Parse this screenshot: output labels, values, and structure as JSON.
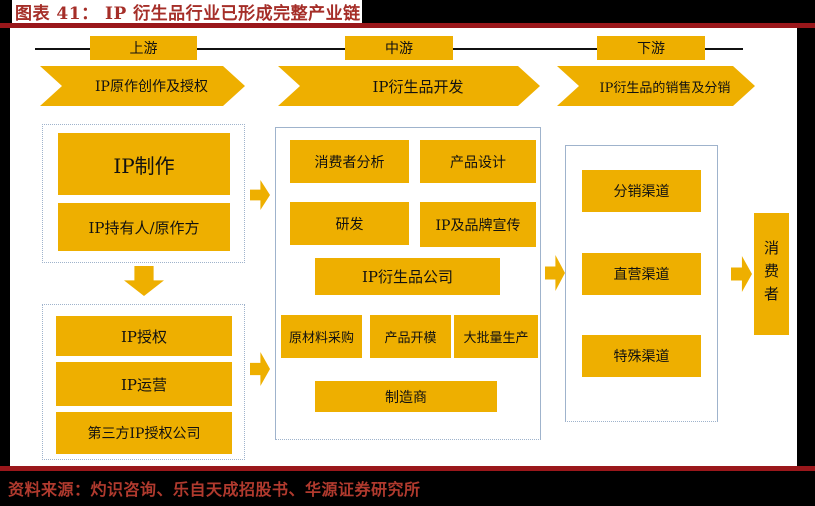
{
  "colors": {
    "gold": "#EEAF00",
    "red-line": "#9A171B",
    "title-red": "#A52E28",
    "source-red": "#B03A2E",
    "border-blue": "#9FB3CC"
  },
  "header": {
    "title": "图表 41： IP 衍生品行业已形成完整产业链"
  },
  "stage_labels": {
    "upstream": "上游",
    "midstream": "中游",
    "downstream": "下游"
  },
  "banners": {
    "upstream": "IP原作创作及授权",
    "midstream": "IP衍生品开发",
    "downstream": "IP衍生品的销售及分销"
  },
  "upstream": {
    "production_group": [
      "IP制作",
      "IP持有人/原作方"
    ],
    "licensing_group": [
      "IP授权",
      "IP运营",
      "第三方IP授权公司"
    ]
  },
  "midstream": {
    "row1": [
      "消费者分析",
      "产品设计"
    ],
    "row2": [
      "研发",
      "IP及品牌宣传"
    ],
    "company": "IP衍生品公司",
    "row3": [
      "原材料采购",
      "产品开模",
      "大批量生产"
    ],
    "manufacturer": "制造商"
  },
  "downstream": {
    "channels": [
      "分销渠道",
      "直营渠道",
      "特殊渠道"
    ],
    "consumer": "消费者"
  },
  "footer": {
    "source": "资料来源：灼识咨询、乐自天成招股书、华源证券研究所"
  }
}
